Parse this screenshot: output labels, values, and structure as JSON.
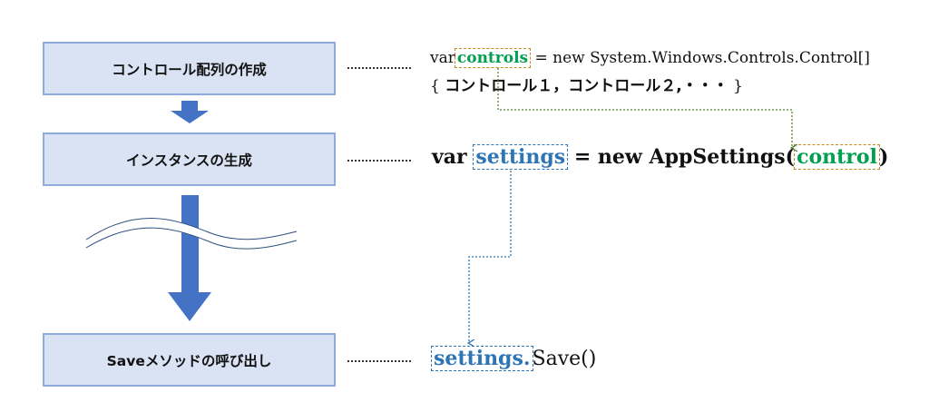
{
  "steps": [
    {
      "label": "コントロール配列の作成"
    },
    {
      "label": "インスタンスの生成"
    },
    {
      "label": "Saveメソッドの呼び出し"
    }
  ],
  "code": {
    "line1": {
      "var": "var",
      "token": "controls",
      "rest": "= new System.Windows.Controls.Control[]"
    },
    "line2": {
      "open": "{",
      "text": "コントロール１，コントロール２,・・・",
      "close": "}"
    },
    "line3": {
      "var": "var",
      "token": "settings",
      "mid": "= new AppSettings(",
      "param": "control",
      "close": ")"
    },
    "line4": {
      "token": "settings.",
      "rest": "Save()"
    }
  },
  "colors": {
    "box_fill": "#dae3f3",
    "box_border": "#8faadc",
    "arrow": "#4472c4",
    "green_token": "#00a050",
    "orange_dash": "#c58a1e",
    "blue_token": "#2e75b6",
    "green_connector": "#548235"
  },
  "icons": {
    "flow_arrow": "down-arrow-icon",
    "omission": "wavy-omission-icon"
  }
}
